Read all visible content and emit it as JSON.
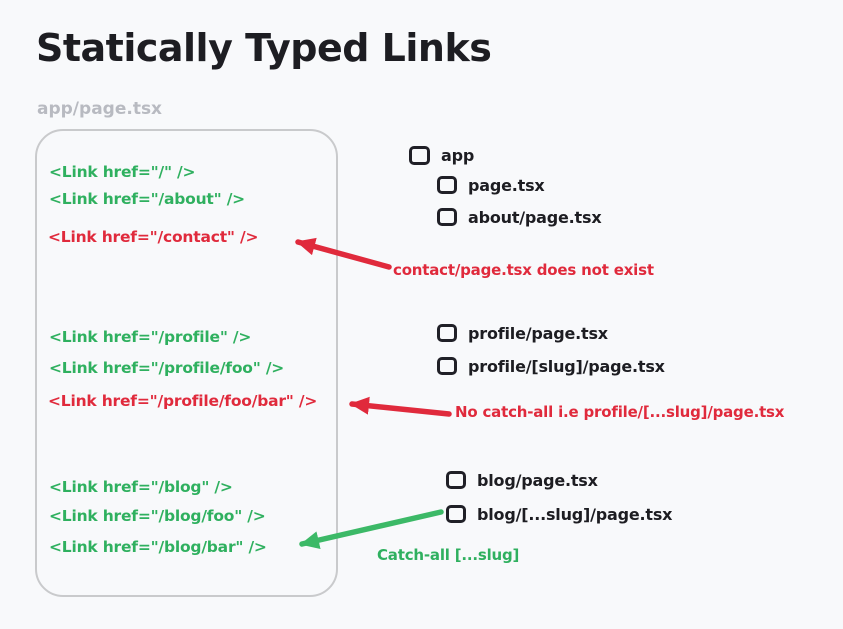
{
  "title": "Statically Typed Links",
  "file_label": "app/page.tsx",
  "colors": {
    "background": "#f8f9fb",
    "text_dark": "#1d1d22",
    "valid_green": "#2fb05f",
    "invalid_red": "#e02a3c",
    "label_gray": "#b8bac1",
    "box_border": "#c9cacc"
  },
  "code": {
    "lines": [
      {
        "text": "<Link href=\"/\" />",
        "status": "valid"
      },
      {
        "text": "<Link href=\"/about\" />",
        "status": "valid"
      },
      {
        "text": "<Link href=\"/contact\" />",
        "status": "invalid"
      },
      {
        "text": "<Link href=\"/profile\" />",
        "status": "valid"
      },
      {
        "text": "<Link href=\"/profile/foo\" />",
        "status": "valid"
      },
      {
        "text": "<Link href=\"/profile/foo/bar\" />",
        "status": "invalid"
      },
      {
        "text": "<Link href=\"/blog\" />",
        "status": "valid"
      },
      {
        "text": "<Link href=\"/blog/foo\" />",
        "status": "valid"
      },
      {
        "text": "<Link href=\"/blog/bar\" />",
        "status": "valid"
      }
    ]
  },
  "file_tree": {
    "items": [
      {
        "label": "app"
      },
      {
        "label": "page.tsx"
      },
      {
        "label": "about/page.tsx"
      },
      {
        "label": "profile/page.tsx"
      },
      {
        "label": "profile/[slug]/page.tsx"
      },
      {
        "label": "blog/page.tsx"
      },
      {
        "label": "blog/[...slug]/page.tsx"
      }
    ]
  },
  "annotations": {
    "contact_missing": {
      "text": "contact/page.tsx does not exist",
      "color": "#e02a3c"
    },
    "no_catch_all": {
      "text": "No catch-all i.e profile/[...slug]/page.tsx",
      "color": "#e02a3c"
    },
    "catch_all": {
      "text": "Catch-all [...slug]",
      "color": "#2fb05f"
    }
  }
}
